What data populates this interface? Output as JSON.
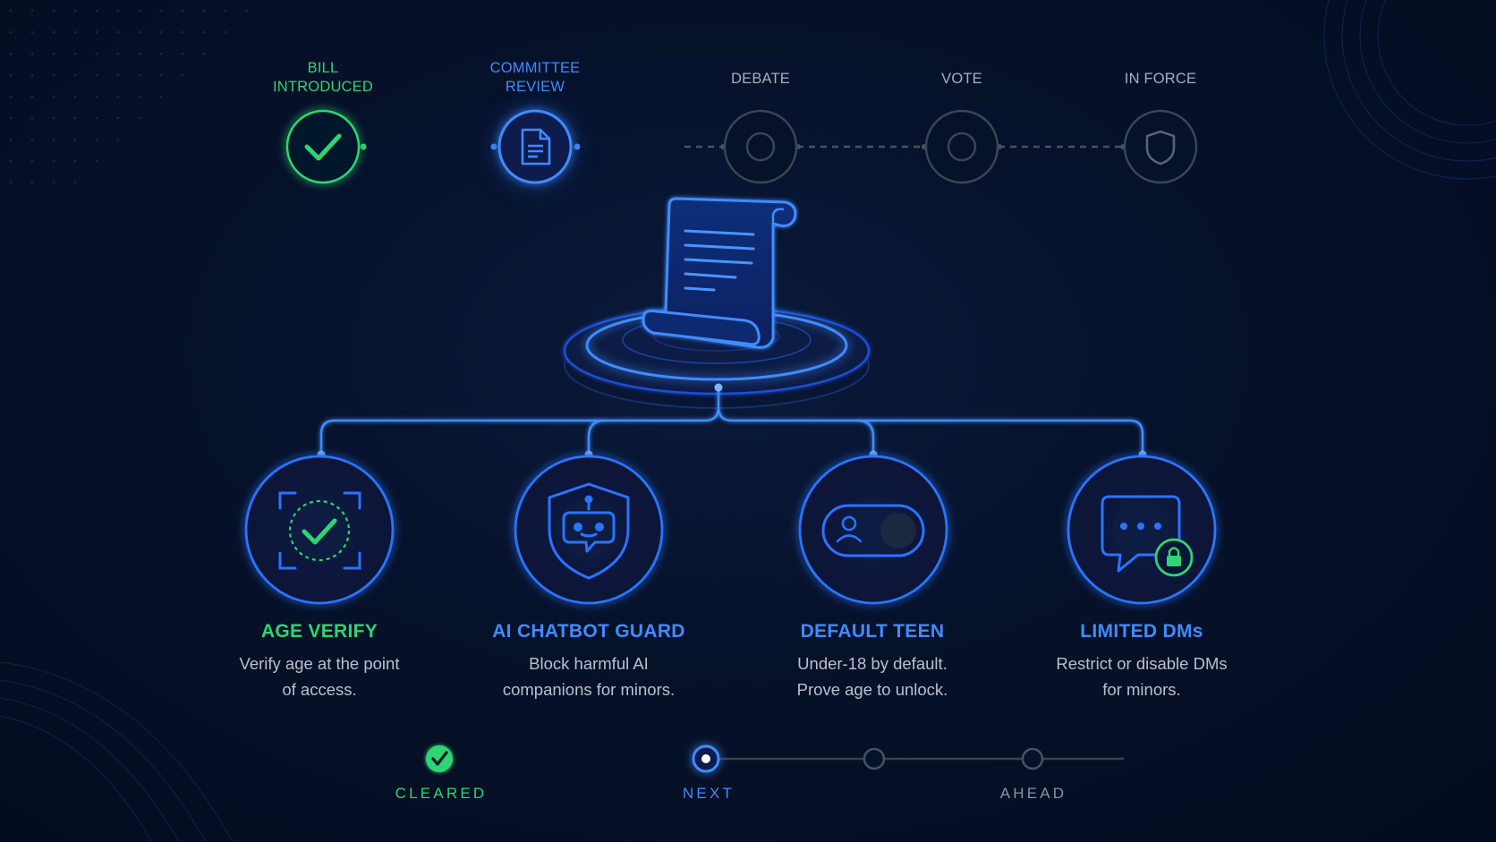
{
  "stages": [
    {
      "label": "BILL\nINTRODUCED",
      "state": "done"
    },
    {
      "label": "COMMITTEE\nREVIEW",
      "state": "current"
    },
    {
      "label": "DEBATE",
      "state": "future"
    },
    {
      "label": "VOTE",
      "state": "future"
    },
    {
      "label": "IN FORCE",
      "state": "future"
    }
  ],
  "features": [
    {
      "title": "AGE VERIFY",
      "desc_line1": "Verify age at the point",
      "desc_line2": "of access.",
      "icon": "age-verify-check-icon"
    },
    {
      "title": "AI CHATBOT GUARD",
      "desc_line1": "Block harmful AI",
      "desc_line2": "companions for minors.",
      "icon": "shield-bot-icon"
    },
    {
      "title": "DEFAULT TEEN",
      "desc_line1": "Under-18 by default.",
      "desc_line2": "Prove age to unlock.",
      "icon": "toggle-user-icon"
    },
    {
      "title": "LIMITED DMs",
      "desc_line1": "Restrict or disable DMs",
      "desc_line2": "for minors.",
      "icon": "chat-lock-icon"
    }
  ],
  "progress": {
    "cleared": "CLEARED",
    "next": "NEXT",
    "ahead": "AHEAD"
  },
  "colors": {
    "done": "#2ed573",
    "current": "#3f8cff",
    "future": "#4a5261",
    "background": "#06112a"
  }
}
